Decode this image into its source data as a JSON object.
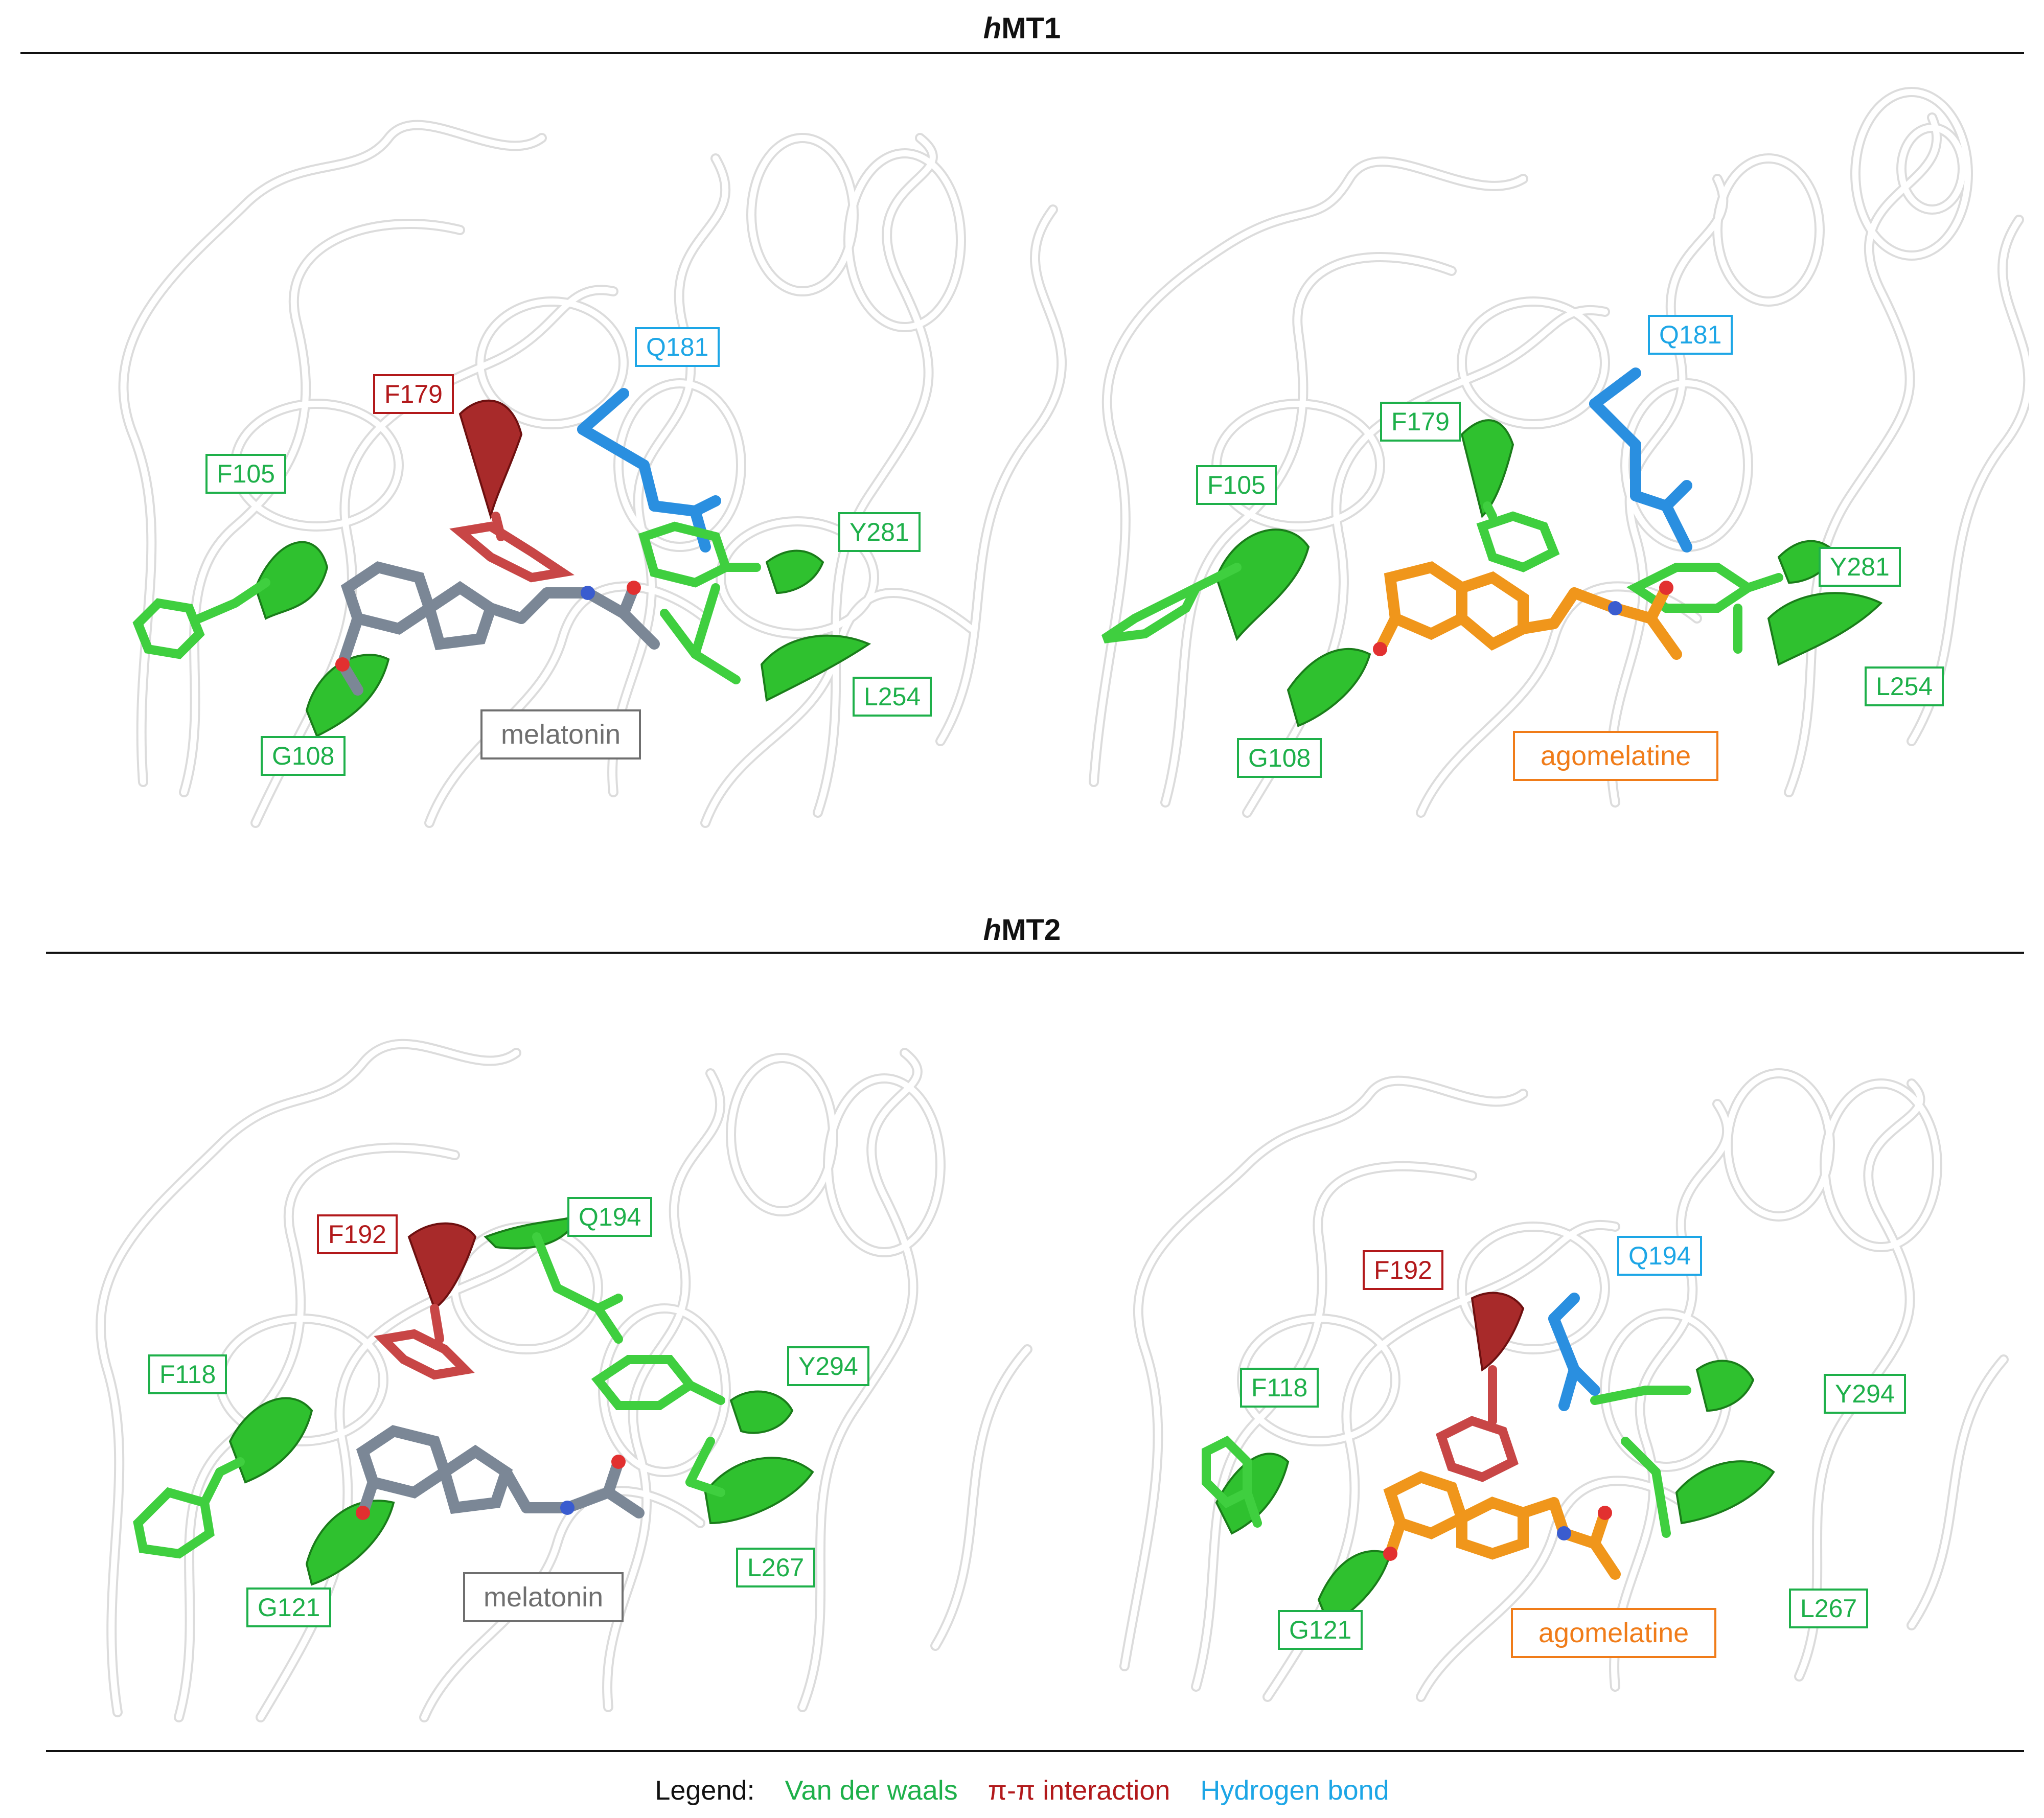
{
  "sections": [
    {
      "title_prefix": "h",
      "title_rest": "MT1"
    },
    {
      "title_prefix": "h",
      "title_rest": "MT2"
    }
  ],
  "panels": [
    {
      "id": "mt1-melatonin",
      "ligand": "melatonin",
      "ligand_type": "melatonin",
      "residues": [
        {
          "label": "F105",
          "type": "vdw"
        },
        {
          "label": "F179",
          "type": "pi"
        },
        {
          "label": "Q181",
          "type": "hb"
        },
        {
          "label": "Y281",
          "type": "vdw"
        },
        {
          "label": "L254",
          "type": "vdw"
        },
        {
          "label": "G108",
          "type": "vdw"
        }
      ]
    },
    {
      "id": "mt1-agomelatine",
      "ligand": "agomelatine",
      "ligand_type": "agomelatine",
      "residues": [
        {
          "label": "F105",
          "type": "vdw"
        },
        {
          "label": "F179",
          "type": "vdw"
        },
        {
          "label": "Q181",
          "type": "hb"
        },
        {
          "label": "Y281",
          "type": "vdw"
        },
        {
          "label": "L254",
          "type": "vdw"
        },
        {
          "label": "G108",
          "type": "vdw"
        }
      ]
    },
    {
      "id": "mt2-melatonin",
      "ligand": "melatonin",
      "ligand_type": "melatonin",
      "residues": [
        {
          "label": "F118",
          "type": "vdw"
        },
        {
          "label": "F192",
          "type": "pi"
        },
        {
          "label": "Q194",
          "type": "vdw"
        },
        {
          "label": "Y294",
          "type": "vdw"
        },
        {
          "label": "L267",
          "type": "vdw"
        },
        {
          "label": "G121",
          "type": "vdw"
        }
      ]
    },
    {
      "id": "mt2-agomelatine",
      "ligand": "agomelatine",
      "ligand_type": "agomelatine",
      "residues": [
        {
          "label": "F118",
          "type": "vdw"
        },
        {
          "label": "F192",
          "type": "pi"
        },
        {
          "label": "Q194",
          "type": "hb"
        },
        {
          "label": "Y294",
          "type": "vdw"
        },
        {
          "label": "L267",
          "type": "vdw"
        },
        {
          "label": "G121",
          "type": "vdw"
        }
      ]
    }
  ],
  "legend": {
    "title": "Legend:",
    "vdw": "Van der waals",
    "pi": "π-π interaction",
    "hb": "Hydrogen bond"
  },
  "colors": {
    "vdw": "#1eb04a",
    "pi": "#b2191b",
    "hb": "#1da6e6",
    "melatonin": "#7b8796",
    "agomelatine": "#f0961b",
    "backbone": "#d8d8d8"
  }
}
